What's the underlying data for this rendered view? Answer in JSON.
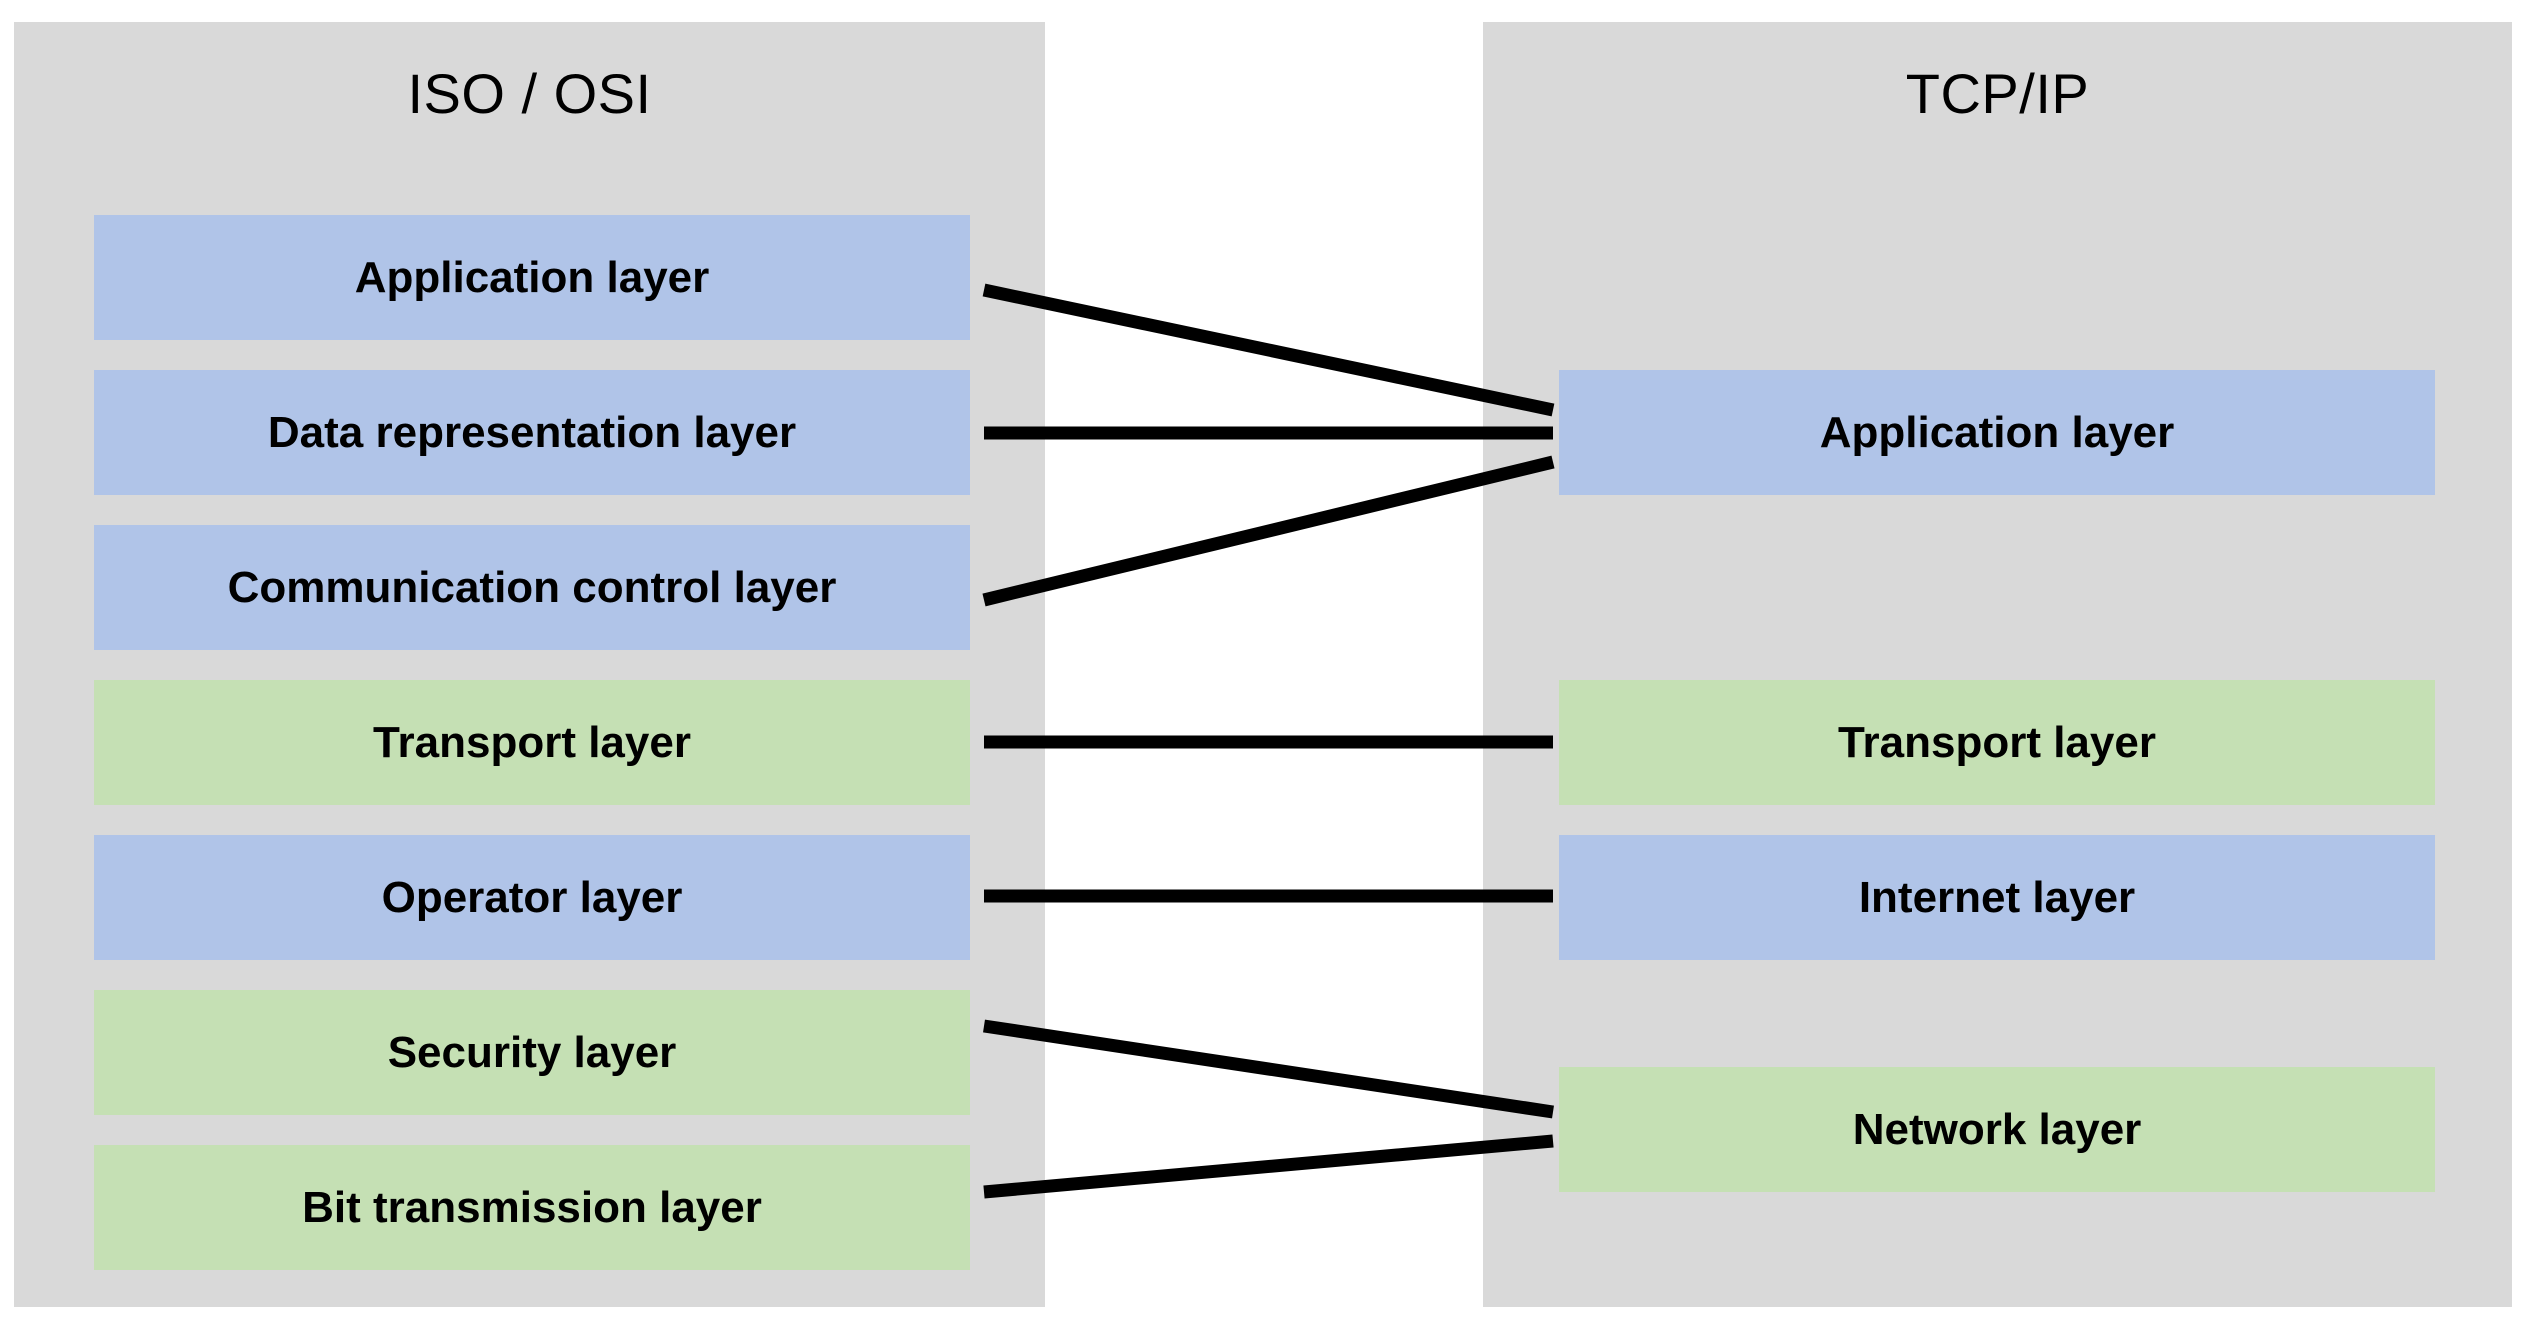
{
  "diagram": {
    "title_left": "ISO / OSI",
    "title_right": "TCP/IP",
    "colors": {
      "panel_background": "#d9d9d9",
      "blue_layer": "#b0c4e8",
      "green_layer": "#c5e0b4",
      "connector": "#000000",
      "page_background": "#ffffff",
      "text": "#000000"
    }
  },
  "osi": {
    "title": "ISO / OSI",
    "layers": [
      {
        "label": "Application layer",
        "color": "blue",
        "index": 7
      },
      {
        "label": "Data representation layer",
        "color": "blue",
        "index": 6
      },
      {
        "label": "Communication control layer",
        "color": "blue",
        "index": 5
      },
      {
        "label": "Transport layer",
        "color": "green",
        "index": 4
      },
      {
        "label": "Operator layer",
        "color": "blue",
        "index": 3
      },
      {
        "label": "Security layer",
        "color": "green",
        "index": 2
      },
      {
        "label": "Bit transmission layer",
        "color": "green",
        "index": 1
      }
    ]
  },
  "tcpip": {
    "title": "TCP/IP",
    "layers": [
      {
        "label": "Application layer",
        "color": "blue",
        "index": 4
      },
      {
        "label": "Transport layer",
        "color": "green",
        "index": 3
      },
      {
        "label": "Internet layer",
        "color": "blue",
        "index": 2
      },
      {
        "label": "Network layer",
        "color": "green",
        "index": 1
      }
    ]
  },
  "connections": [
    {
      "from": "Application layer",
      "to": "Application layer"
    },
    {
      "from": "Data representation layer",
      "to": "Application layer"
    },
    {
      "from": "Communication control layer",
      "to": "Application layer"
    },
    {
      "from": "Transport layer",
      "to": "Transport layer"
    },
    {
      "from": "Operator layer",
      "to": "Internet layer"
    },
    {
      "from": "Security layer",
      "to": "Network layer"
    },
    {
      "from": "Bit transmission layer",
      "to": "Network layer"
    }
  ]
}
